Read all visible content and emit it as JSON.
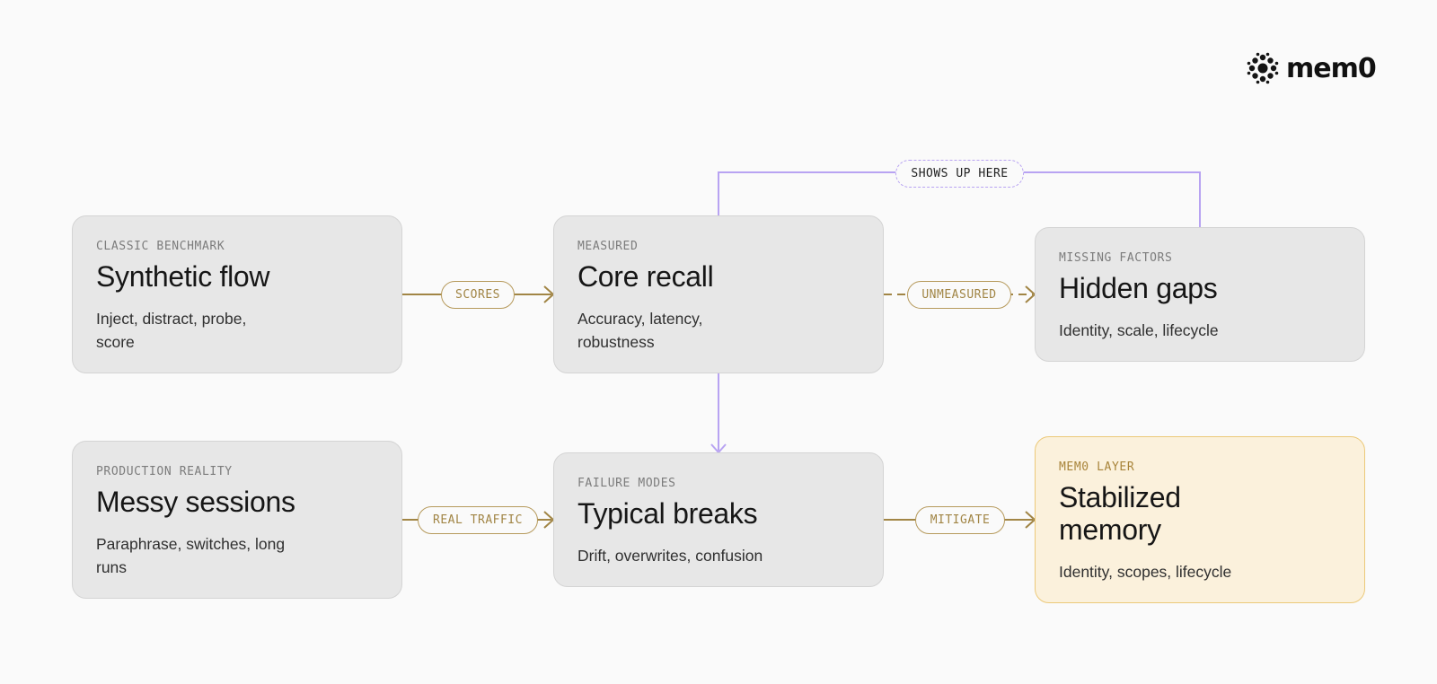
{
  "logo": {
    "text": "mem0"
  },
  "colors": {
    "gold": "#a18545",
    "purple": "#b8a3f2",
    "card": "#e7e7e7",
    "accent_card": "#fbf1dc"
  },
  "cards": {
    "synthetic": {
      "eyebrow": "CLASSIC BENCHMARK",
      "title": "Synthetic flow",
      "desc": "Inject, distract, probe, score"
    },
    "core": {
      "eyebrow": "MEASURED",
      "title": "Core recall",
      "desc": "Accuracy, latency, robustness"
    },
    "hidden": {
      "eyebrow": "MISSING FACTORS",
      "title": "Hidden gaps",
      "desc": "Identity, scale, lifecycle"
    },
    "messy": {
      "eyebrow": "PRODUCTION REALITY",
      "title": "Messy sessions",
      "desc": "Paraphrase, switches, long runs"
    },
    "breaks": {
      "eyebrow": "FAILURE MODES",
      "title": "Typical breaks",
      "desc": "Drift, overwrites, confusion"
    },
    "memlayer": {
      "eyebrow": "MEM0 LAYER",
      "title": "Stabilized memory",
      "desc": "Identity, scopes, lifecycle"
    }
  },
  "edges": {
    "scores": "SCORES",
    "unmeasured": "UNMEASURED",
    "real_traffic": "REAL TRAFFIC",
    "mitigate": "MITIGATE",
    "shows_up_here": "SHOWS UP HERE"
  }
}
